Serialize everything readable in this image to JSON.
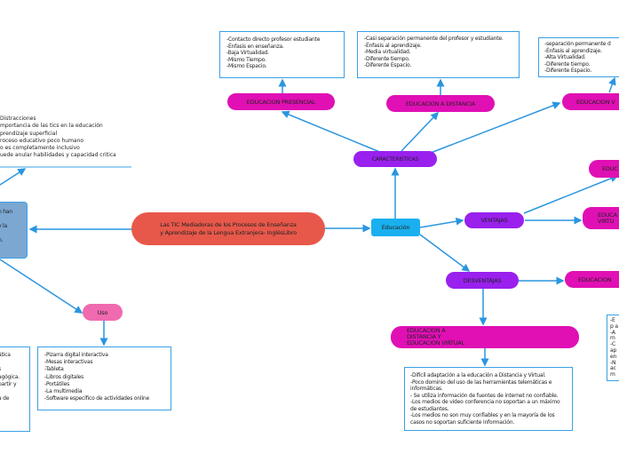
{
  "central": "Las TIC Mediadoras de los Procesos de Enseñanza y Aprendizaje de la Lengua Extranjera- InglésLibro",
  "educacion": "Educación",
  "caracteristicas": "CARACTERISTICAS",
  "presencial": {
    "label": "EDUCACION PRESENCIAL",
    "text": "-Contacto directo profesor estudiante\n-Énfasis en enseñanza.\n-Baja Virtualidad.\n-Mismo Tiempo.\n-Mismo Espacio."
  },
  "distancia": {
    "label": "EDUCACION A DISTANCIA",
    "text": "-Casi separación permanente del profesor y estudiante.\n-Énfasis al aprendizaje.\n-Media virtualidad.\n-Diferente tiempo.\n-Diferente Espacio."
  },
  "virtual": {
    "label": "EDUCACION V",
    "text": "-separación permanente d\n-Énfasis al aprendizaje.\n-Alta Virtualidad.\n-Diferente tiempo.\n-Diferente Espacio."
  },
  "ventajas": {
    "label": "VENTAJAS",
    "child1": "EDUC",
    "child2": "EDUCA\nVIRTU"
  },
  "desventajas": {
    "label": "DESVENTAJAS",
    "child1": "EDUCACION",
    "child2": "EDUCACION A DISTANCIA Y EDUCACION VIRTUAL",
    "text": "-Difícil adaptación a la educación a Distancia y Virtual.\n-Poco dominio del uso de las herramientas telemáticas e informáticas.\n- Se utiliza información de fuentes de internet no confiable.\n-Los medios de video conferencia no soportan a un máximo de estudiantes.\n-Los medios no son muy confiables y en la mayoría de los casos no soportan suficiente información.",
    "right_text": "-E\np a\n-A\nm\n-C\nap\nen\n-N\nac\nm"
  },
  "top_left_list": "Distracciones\nmportancia de las tics en la educación\nprendizaje superficial\nroceso educativo poco humano\no es completamente inclusivo\nuede anular habilidades y capacidad critica",
  "left_box": "n han\n\ny la\n\nn.",
  "uso": {
    "label": "Uso",
    "text": "-Pizarra digital interactiva\n-Mesas interactivas\n-Tableta\n-Libros digitales\n-Portátiles\n-La multimedia\n-Software específico de actividades online"
  },
  "left_bottom_box": "ática\n\ns\nagógica.\npartir y\n\na de"
}
